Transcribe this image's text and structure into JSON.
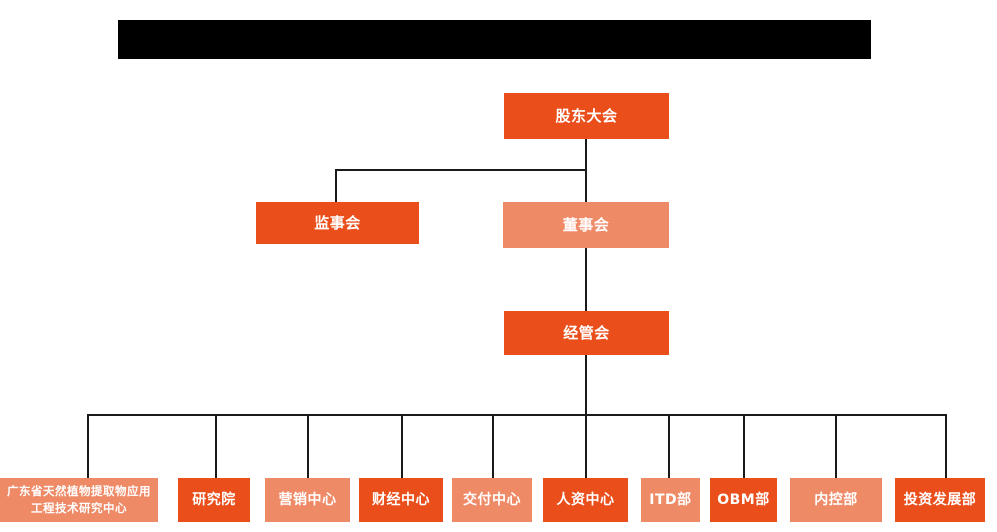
{
  "diagram": {
    "type": "organization-chart",
    "title_banner": {
      "label": "redacted-title-bar",
      "text": "",
      "color": "#000000"
    },
    "colors": {
      "dark_orange": "#E94E1B",
      "light_orange": "#EF8A66",
      "line": "#1a1a1a",
      "background": "#FFFFFF",
      "text": "#FFFFFF"
    },
    "levels": {
      "level1": [
        {
          "id": "shareholders",
          "label": "股东大会",
          "tone": "dark"
        }
      ],
      "level2": [
        {
          "id": "supervisors",
          "label": "监事会",
          "tone": "dark"
        },
        {
          "id": "directors",
          "label": "董事会",
          "tone": "light"
        }
      ],
      "level3": [
        {
          "id": "management",
          "label": "经管会",
          "tone": "dark"
        }
      ],
      "level4": [
        {
          "id": "gd-research-center",
          "label": "广东省天然植物提取物应用工程技术研究中心",
          "tone": "light"
        },
        {
          "id": "research-institute",
          "label": "研究院",
          "tone": "dark"
        },
        {
          "id": "marketing-center",
          "label": "营销中心",
          "tone": "light"
        },
        {
          "id": "finance-center",
          "label": "财经中心",
          "tone": "dark"
        },
        {
          "id": "delivery-center",
          "label": "交付中心",
          "tone": "light"
        },
        {
          "id": "hr-center",
          "label": "人资中心",
          "tone": "dark"
        },
        {
          "id": "itd-department",
          "label": "ITD部",
          "tone": "light"
        },
        {
          "id": "obm-department",
          "label": "OBM部",
          "tone": "dark"
        },
        {
          "id": "internal-control-department",
          "label": "内控部",
          "tone": "light"
        },
        {
          "id": "investment-development-department",
          "label": "投资发展部",
          "tone": "dark"
        }
      ]
    }
  }
}
